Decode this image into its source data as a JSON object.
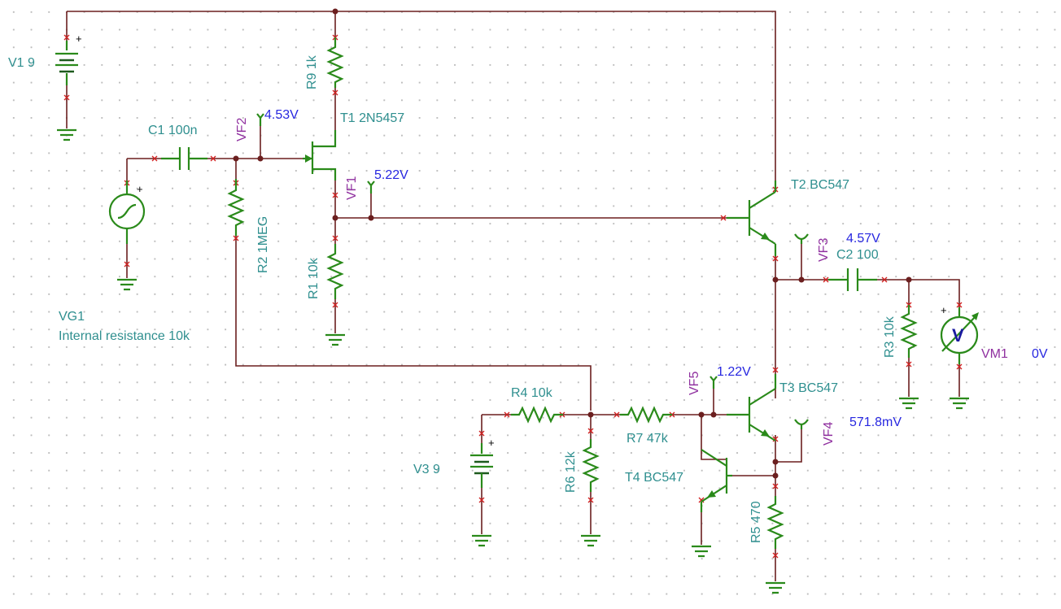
{
  "components": {
    "V1": "V1 9",
    "V3": "V3 9",
    "C1": "C1 100n",
    "C2": "C2 100",
    "R9": "R9 1k",
    "R2": "R2 1MEG",
    "R1": "R1 10k",
    "R4": "R4 10k",
    "R6": "R6 12k",
    "R7": "R7 47k",
    "R3": "R3 10k",
    "R5": "R5 470",
    "T1": "T1 2N5457",
    "T2": "T2 BC547",
    "T3": "T3 BC547",
    "T4": "T4 BC547",
    "VG1": "VG1",
    "VG1_note": "Internal resistance 10k",
    "VM1": "VM1"
  },
  "probes": {
    "VF1": {
      "name": "VF1",
      "value": "5.22V"
    },
    "VF2": {
      "name": "VF2",
      "value": "4.53V"
    },
    "VF3": {
      "name": "VF3",
      "value": "4.57V"
    },
    "VF4": {
      "name": "VF4",
      "value": ""
    },
    "VF5": {
      "name": "VF5",
      "value": "1.22V"
    }
  },
  "readouts": {
    "vm1_value": "0V",
    "r3_voltage": "571.8mV"
  },
  "symbols": {
    "plus": "+"
  },
  "colors": {
    "wire": "#6b1f1f",
    "component": "#2a8a1a",
    "label": "#2f8f8f",
    "probe_label": "#8f2f9f",
    "probe_value": "#2727e0",
    "meter": "#1a1aa0"
  }
}
